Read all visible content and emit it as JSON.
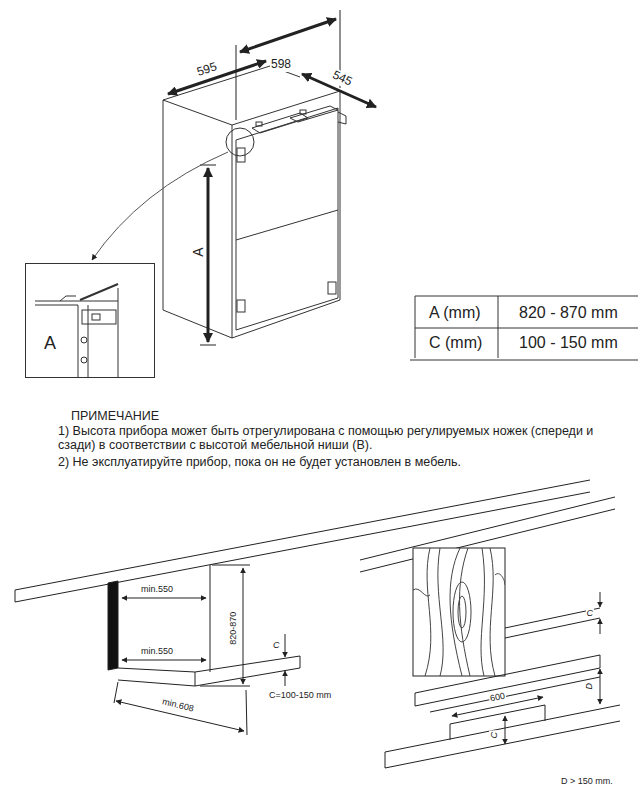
{
  "diagram": {
    "nodes": [
      {
        "text": [
          "A"
        ]
      }
    ],
    "labels": [
      "595",
      "598",
      "545",
      "A",
      "A (mm)",
      "820 - 870 mm",
      "C (mm)",
      "100 - 150 mm",
      "ПРИМЕЧАНИЕ",
      "1) Высота прибора может быть отрегулирована с помощью регулируемых ножек (спереди и сзади) в соответствии с высотой мебельной ниши (B).",
      "2) Не эксплуатируйте прибор, пока он не будет установлен в мебель.",
      "min.550",
      "min.550",
      "820-870",
      "C",
      "C=100-150 mm",
      "min.608",
      "C",
      "600",
      "C",
      "D",
      "D > 150 mm."
    ]
  }
}
